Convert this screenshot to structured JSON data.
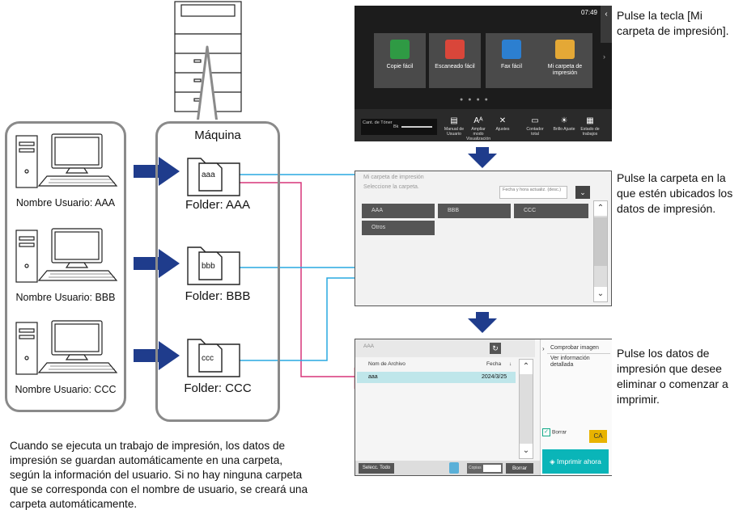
{
  "machine_title": "Máquina",
  "users": [
    "Nombre Usuario: AAA",
    "Nombre Usuario: BBB",
    "Nombre Usuario: CCC"
  ],
  "folders": [
    "Folder: AAA",
    "Folder: BBB",
    "Folder: CCC"
  ],
  "docs": [
    "aaa",
    "bbb",
    "ccc"
  ],
  "description": "Cuando se ejecuta un trabajo de impresión, los datos de impresión se guardan automáticamente en una carpeta, según la información del usuario. Si no hay ninguna carpeta que se corresponda con el nombre de usuario, se creará una carpeta automáticamente.",
  "instructions": [
    "Pulse la tecla [Mi carpeta de impresión].",
    "Pulse la carpeta en la que estén ubicados los datos de impresión.",
    "Pulse los datos de impresión que desee eliminar o comenzar a imprimir."
  ],
  "screen1": {
    "time": "07:49",
    "tiles": [
      "Copie fácil",
      "Escaneado fácil",
      "Fax fácil",
      "Mi carpeta de impresión"
    ],
    "toner_label": "Cant. de Tóner",
    "toner_bk": "Bk",
    "toolbar": [
      {
        "label": "Manual de Usuario",
        "icon": "manual-icon"
      },
      {
        "label": "Ampliar modo Visualización",
        "icon": "zoom-text-icon"
      },
      {
        "label": "Ajustes",
        "icon": "settings-tools-icon"
      },
      {
        "label": "Contador total",
        "icon": "counter-icon"
      },
      {
        "label": "Brillo Ajuste",
        "icon": "brightness-icon"
      },
      {
        "label": "Estado de trabajos",
        "icon": "job-status-icon"
      }
    ]
  },
  "screen2": {
    "title": "Mi carpeta de impresión",
    "subtitle": "Seleccione la carpeta.",
    "sort": "Fecha y hora actualiz. (desc.)",
    "folders": [
      "AAA",
      "BBB",
      "CCC",
      "Otros"
    ]
  },
  "screen3": {
    "folder": "AAA",
    "col_name": "Nom de Archivo",
    "col_date": "Fecha",
    "file": {
      "name": "aaa",
      "date": "2024/3/25"
    },
    "side": [
      "Comprobar imagen",
      "Ver información detallada"
    ],
    "delete_check": "Borrar",
    "ca": "CA",
    "print": "Imprimir ahora",
    "select_all": "Selecc. Todo",
    "copies": "Copias",
    "delete": "Borrar"
  },
  "colors": {
    "accent_red": "#d81e3e",
    "arrow_blue": "#1f3c8c",
    "link_blue": "#29a8e0",
    "link_pink": "#d7357a"
  }
}
